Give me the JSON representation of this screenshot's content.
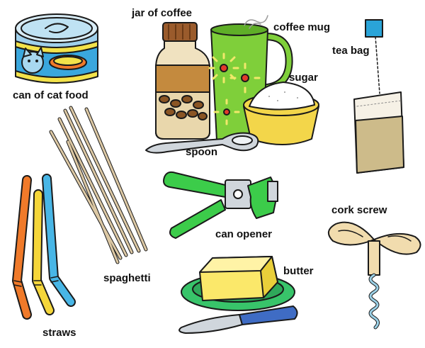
{
  "labels": {
    "cat_food": "can of cat food",
    "jar_coffee": "jar of coffee",
    "coffee_mug": "coffee mug",
    "sugar": "sugar",
    "tea_bag": "tea bag",
    "spoon": "spoon",
    "spaghetti": "spaghetti",
    "can_opener": "can opener",
    "cork_screw": "cork screw",
    "butter": "butter",
    "straws": "straws"
  },
  "colors": {
    "outline": "#1a1a1a",
    "can_blue": "#3aa7dd",
    "can_yellow": "#f3e24a",
    "coffee_brown": "#b07a3a",
    "jar_lid": "#9a5b2c",
    "mug_green": "#7fcf3a",
    "sugar_bowl": "#f3d64a",
    "tea_tag": "#2aa4d8",
    "opener_green": "#3ccc4a",
    "butter_yellow": "#fbe86a",
    "plate_green": "#38c46a",
    "knife_blue": "#3f6cc4",
    "corkscrew_cream": "#f1dcae",
    "straw_orange": "#f07a2a",
    "straw_yellow": "#f5d63a",
    "straw_blue": "#48b6e6",
    "spaghetti_tan": "#dcc8a4"
  }
}
